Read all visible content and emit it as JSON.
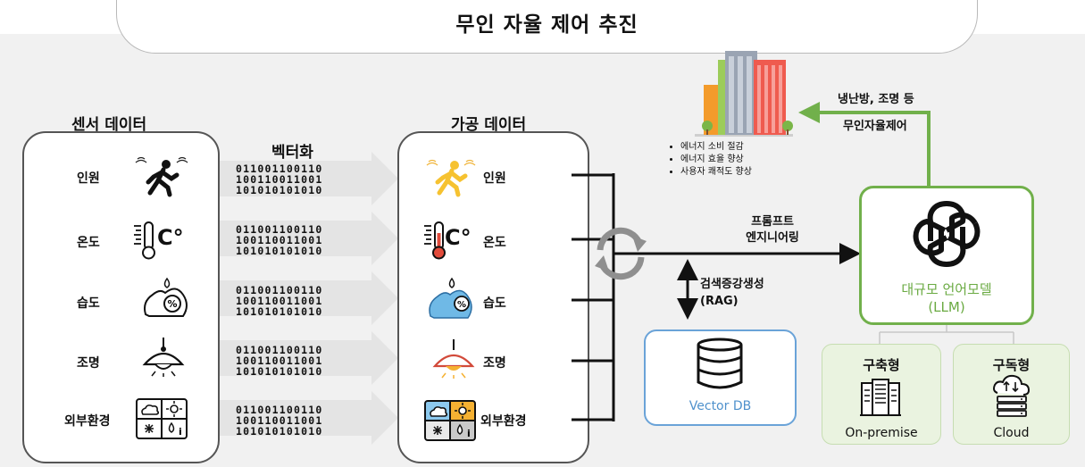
{
  "title": "무인 자율 제어 추진",
  "sensor": {
    "header": "센서 데이터",
    "items": [
      "인원",
      "온도",
      "습도",
      "조명",
      "외부환경"
    ]
  },
  "vectorize": {
    "header": "벡터화",
    "binary": [
      "011001100110",
      "100110011001",
      "101010101010"
    ]
  },
  "processed": {
    "header": "가공 데이터",
    "items": [
      "인원",
      "온도",
      "습도",
      "조명",
      "외부환경"
    ]
  },
  "temp_unit": "C°",
  "building": {
    "benefits": [
      "에너지 소비 절감",
      "에너지 효율 향상",
      "사용자 쾌적도 향상"
    ]
  },
  "control": {
    "line1": "냉난방, 조명 등",
    "line2": "무인자율제어"
  },
  "prompt": {
    "line1": "프롬프트",
    "line2": "엔지니어링"
  },
  "rag": {
    "line1": "검색증강생성",
    "line2": "(RAG)"
  },
  "vectordb": {
    "label": "Vector DB"
  },
  "llm": {
    "line1": "대규모 언어모델",
    "line2": "(LLM)"
  },
  "deploy": [
    {
      "title": "구축형",
      "subtitle": "On-premise"
    },
    {
      "title": "구독형",
      "subtitle": "Cloud"
    }
  ],
  "colors": {
    "llm_green": "#71b04b",
    "db_blue": "#6aa3d8",
    "deploy_bg": "#eaf3e0",
    "building_orange": "#f39b2b",
    "building_red": "#ef5b4f",
    "building_green": "#9ccc5a",
    "building_gray": "#9aa4b3"
  }
}
